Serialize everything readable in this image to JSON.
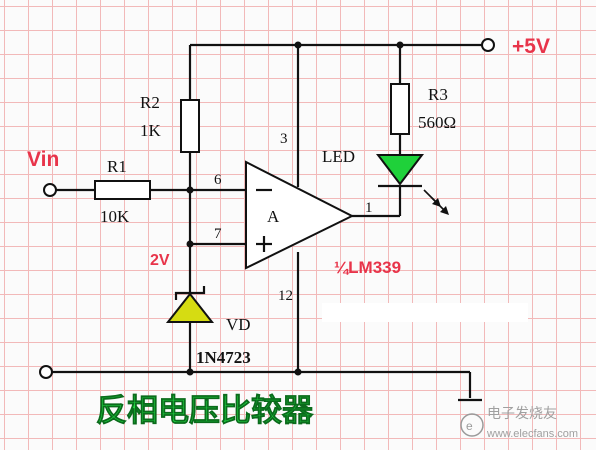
{
  "title": "反相电压比较器",
  "labels": {
    "supply": "+5V",
    "vin": "Vin",
    "ref_voltage": "2V",
    "ic": "¼LM339"
  },
  "components": {
    "r1": {
      "name": "R1",
      "value": "10K"
    },
    "r2": {
      "name": "R2",
      "value": "1K"
    },
    "r3": {
      "name": "R3",
      "value": "560Ω"
    },
    "led": {
      "name": "LED"
    },
    "zener": {
      "name": "VD",
      "part": "1N4723"
    },
    "comparator": {
      "name": "A"
    }
  },
  "pins": {
    "p1": "1",
    "p3": "3",
    "p6": "6",
    "p7": "7",
    "p12": "12"
  },
  "watermark": {
    "name": "电子发烧友",
    "url": "www.elecfans.com"
  },
  "colors": {
    "label_red": "#e8344a",
    "led_green": "#1fd13a",
    "zener_yellow": "#d6dc12",
    "title_green": "#22dd44",
    "grid": "#f2b9b9"
  }
}
